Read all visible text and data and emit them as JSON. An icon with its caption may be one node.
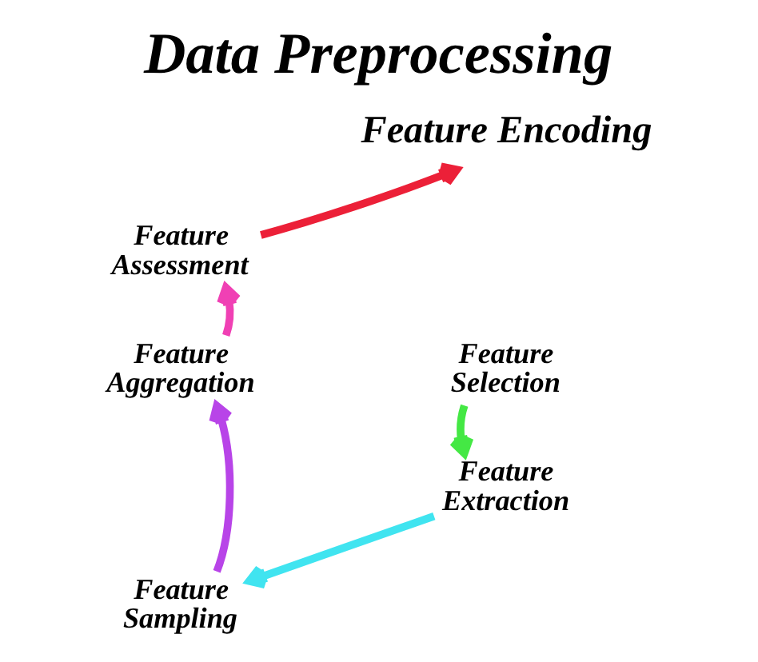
{
  "diagram": {
    "title": "Data Preprocessing",
    "nodes": [
      {
        "text": [
          "Feature Encoding"
        ]
      },
      {
        "text": [
          "Feature Assessment"
        ]
      },
      {
        "text": [
          "Feature Selection"
        ]
      },
      {
        "text": [
          "Feature Aggregation"
        ]
      },
      {
        "text": [
          "Feature Extraction"
        ]
      },
      {
        "text": [
          "Feature Sampling"
        ]
      }
    ],
    "edges": [
      {
        "from": 2,
        "to": 4,
        "arrow": "to",
        "color": "#44e844"
      },
      {
        "from": 4,
        "to": 5,
        "arrow": "to",
        "color": "#40e4f0"
      },
      {
        "from": 5,
        "to": 3,
        "arrow": "to",
        "color": "#b844e8"
      },
      {
        "from": 3,
        "to": 1,
        "arrow": "to",
        "color": "#f040b4"
      },
      {
        "from": 1,
        "to": 0,
        "arrow": "to",
        "color": "#ec2038"
      }
    ]
  }
}
